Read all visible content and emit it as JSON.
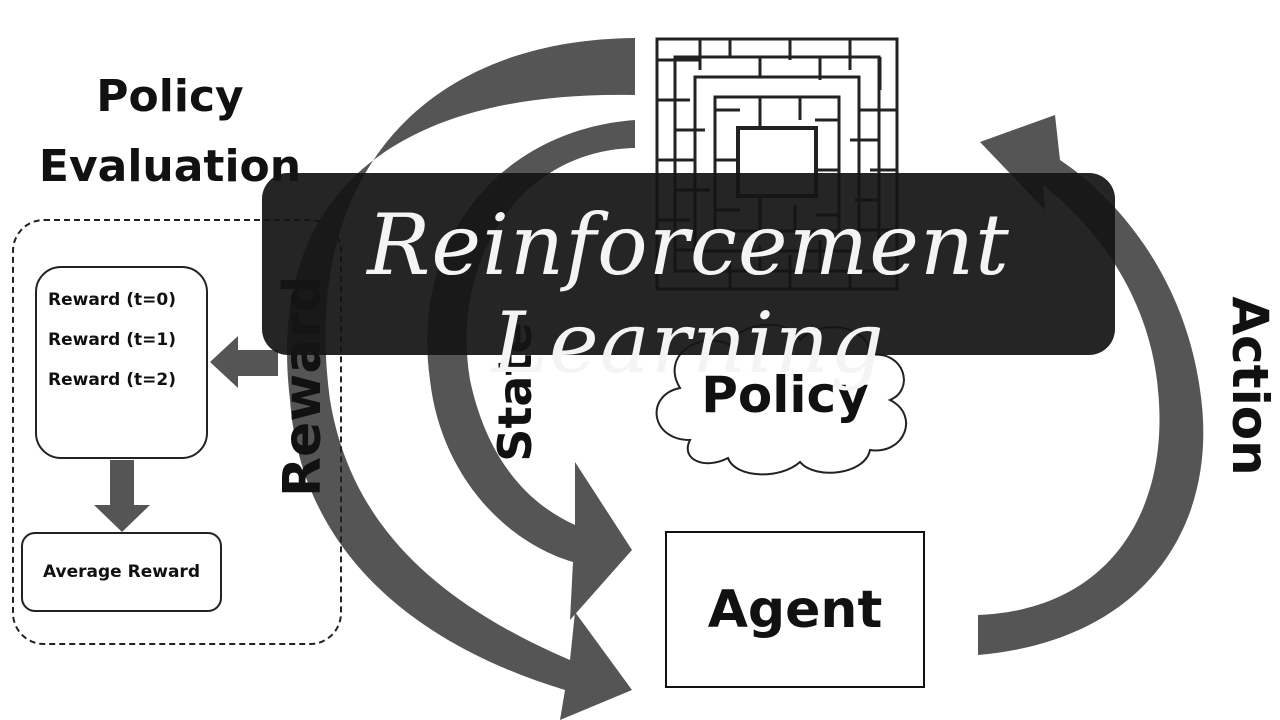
{
  "banner": {
    "title": "Reinforcement Learning"
  },
  "policy_evaluation": {
    "title_line1": "Policy",
    "title_line2": "Evaluation",
    "rewards": [
      "Reward (t=0)",
      "Reward (t=1)",
      "Reward (t=2)"
    ],
    "average_label": "Average Reward"
  },
  "cycle": {
    "reward_label": "Reward",
    "state_label": "State",
    "action_label": "Action",
    "policy_label": "Policy",
    "agent_label": "Agent"
  },
  "colors": {
    "arrow": "#555555",
    "banner_bg": "#141414",
    "banner_text": "#f4f4f4",
    "text": "#111111"
  },
  "icons": [
    "maze-icon",
    "cloud-icon"
  ]
}
